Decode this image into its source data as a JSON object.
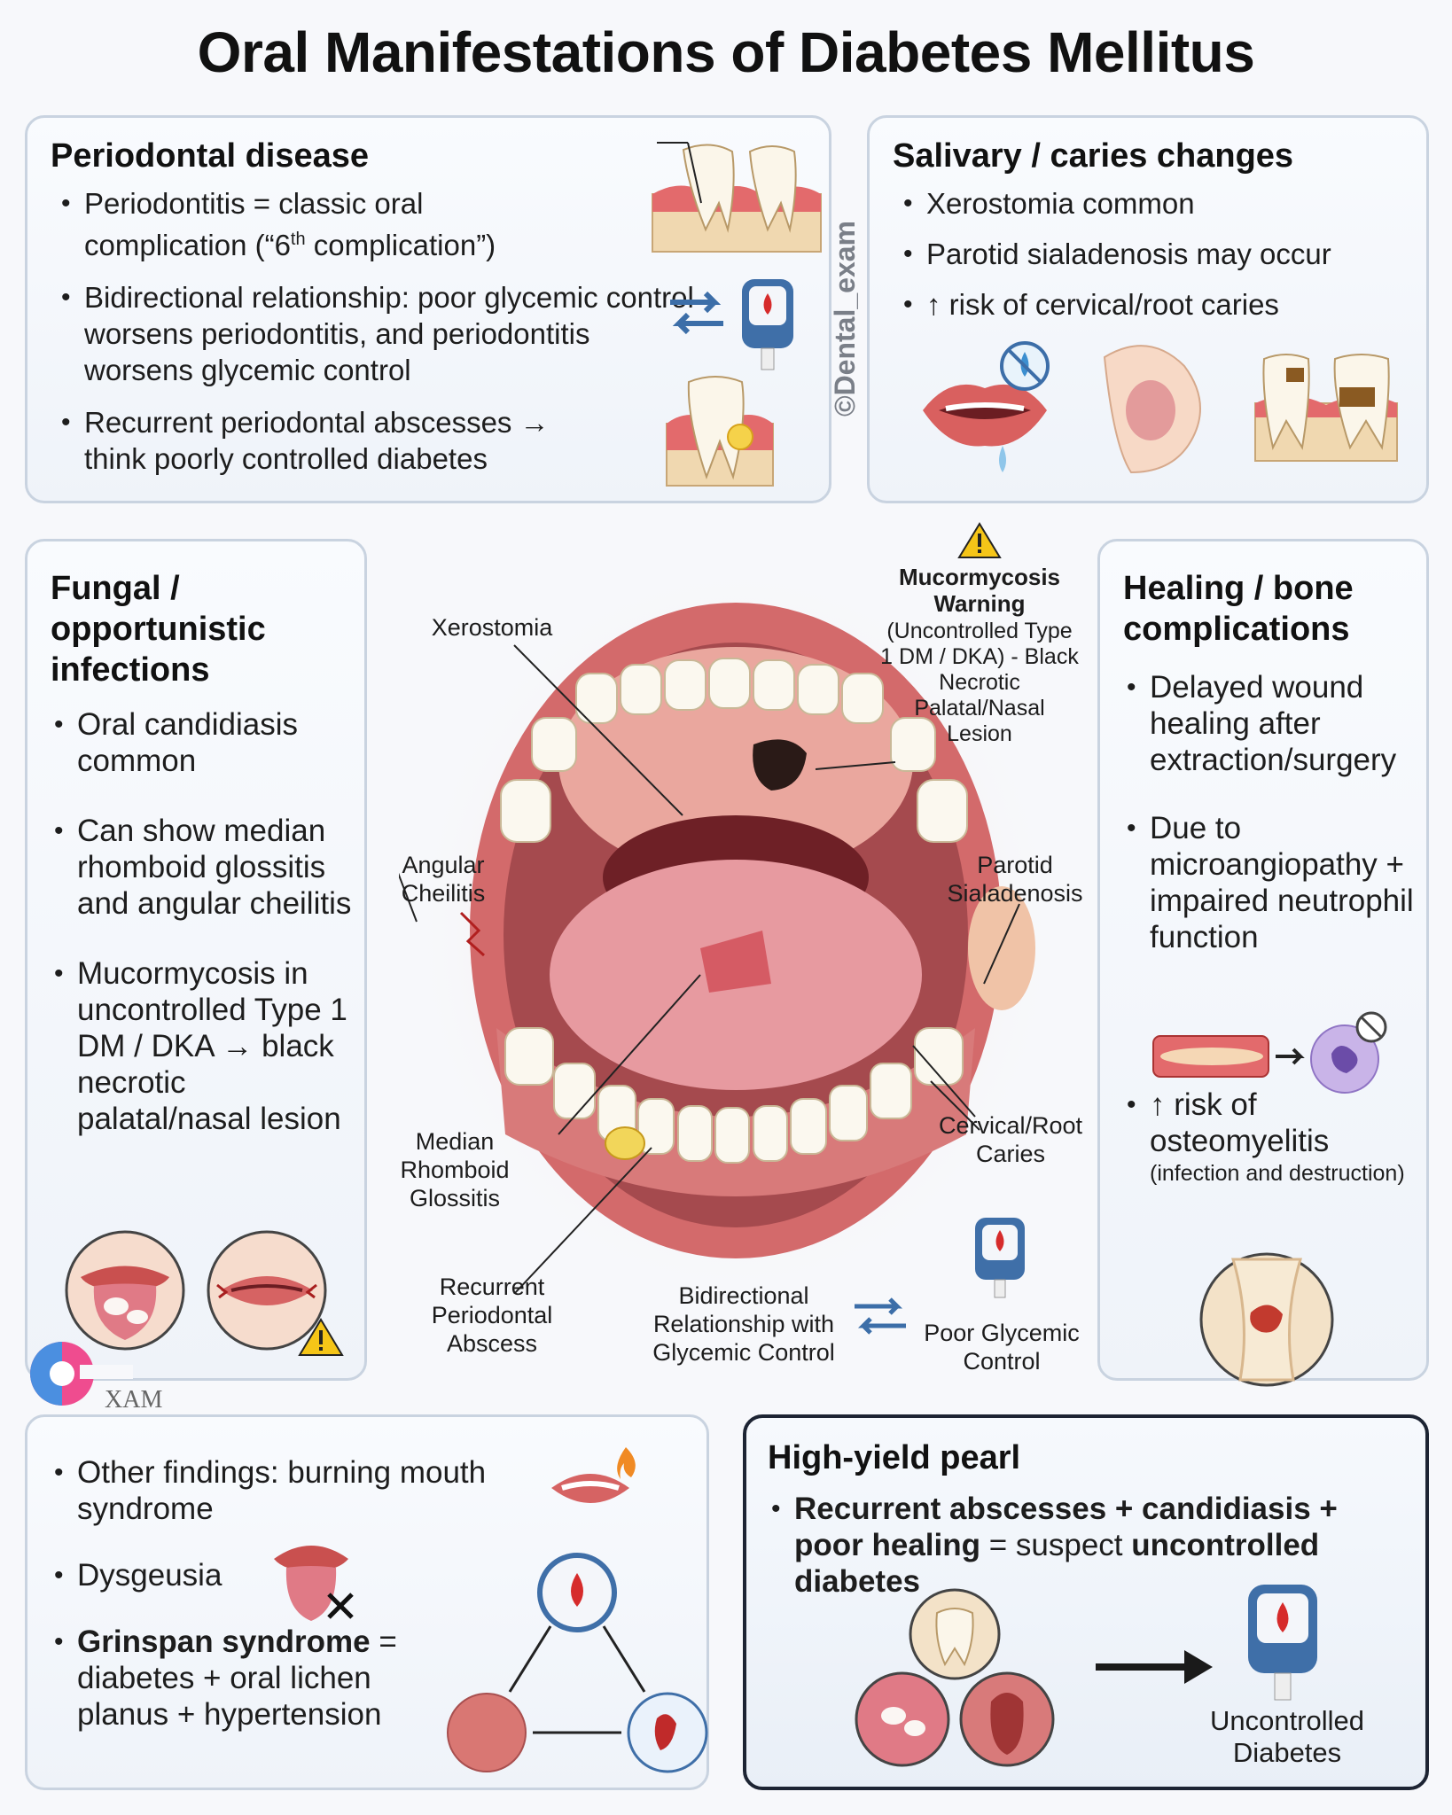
{
  "title": "Oral Manifestations of Diabetes Mellitus",
  "watermark": "©Dental_exam",
  "brand": "XAM",
  "periodontal": {
    "heading": "Periodontal disease",
    "b1a": "Periodontitis = classic oral complication (“6",
    "b1sup": "th",
    "b1b": " complication”)",
    "b2": "Bidirectional relationship: poor glycemic control worsens periodontitis, and periodontitis worsens glycemic control",
    "b3": "Recurrent periodontal abscesses → think poorly controlled diabetes"
  },
  "salivary": {
    "heading": "Salivary / caries changes",
    "items": [
      "Xerostomia common",
      "Parotid sialadenosis may occur",
      "↑ risk of cervical/root caries"
    ]
  },
  "fungal": {
    "heading": "Fungal / opportunistic infections",
    "items": [
      "Oral candidiasis common",
      "Can show median rhomboid glossitis and angular cheilitis",
      "Mucormycosis in uncontrolled Type 1 DM / DKA → black necrotic palatal/nasal lesion"
    ]
  },
  "healing": {
    "heading": "Healing / bone complications",
    "b1": "Delayed wound healing after extraction/surgery",
    "b2": "Due to microangiopathy + impaired neutrophil function",
    "b3": "↑ risk of osteomyelitis",
    "b3_note": "(infection and destruction)"
  },
  "mouth_labels": {
    "xerostomia": "Xerostomia",
    "warning_title": "Mucormycosis Warning",
    "warning_body": "(Uncontrolled Type 1 DM / DKA) - Black Necrotic Palatal/Nasal Lesion",
    "angular": "Angular Cheilitis",
    "parotid": "Parotid Sialadenosis",
    "median": "Median Rhomboid Glossitis",
    "caries": "Cervical/Root Caries",
    "abscess": "Recurrent Periodontal Abscess",
    "bidirectional": "Bidirectional Relationship with Glycemic Control",
    "poor_glycemic": "Poor Glycemic Control"
  },
  "other": {
    "b1": "Other findings: burning mouth syndrome",
    "b2": "Dysgeusia",
    "b3_bold": "Grinspan syndrome",
    "b3_rest": " = diabetes + oral lichen planus + hypertension"
  },
  "pearl": {
    "heading": "High-yield pearl",
    "bold1": "Recurrent abscesses + candidiasis + poor healing",
    "mid": " = suspect ",
    "bold2": "uncontrolled diabetes",
    "result": "Uncontrolled Diabetes"
  },
  "colors": {
    "panel_border": "#c9d3e0",
    "pearl_border": "#1d2433",
    "gum": "#d9736f",
    "meter": "#3f6fa8"
  }
}
